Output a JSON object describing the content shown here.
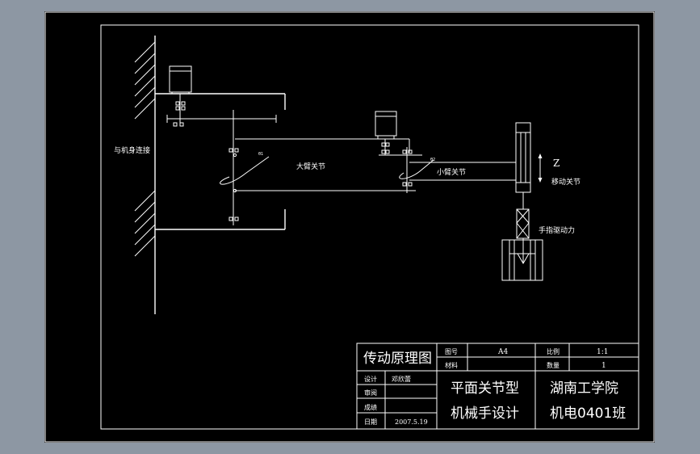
{
  "drawing": {
    "labels": {
      "body_connection": "与机身连接",
      "big_arm_joint": "大臂关节",
      "small_arm_joint": "小臂关节",
      "z_axis": "Z",
      "move_joint": "移动关节",
      "finger_drive": "手指驱动力"
    },
    "title_block": {
      "drawing_name": "传动原理图",
      "figure_no_label": "图号",
      "figure_no_value": "A4",
      "material_label": "材料",
      "material_value": "",
      "scale_label": "比例",
      "scale_value": "1:1",
      "quantity_label": "数量",
      "quantity_value": "1",
      "design_label": "设计",
      "designer": "邓欣蕾",
      "review_label": "审阅",
      "review_value": "",
      "grade_label": "成绩",
      "grade_value": "",
      "date_label": "日期",
      "date_value": "2007.5.19",
      "project_line1": "平面关节型",
      "project_line2": "机械手设计",
      "school_line1": "湖南工学院",
      "school_line2": "机电0401班"
    }
  }
}
